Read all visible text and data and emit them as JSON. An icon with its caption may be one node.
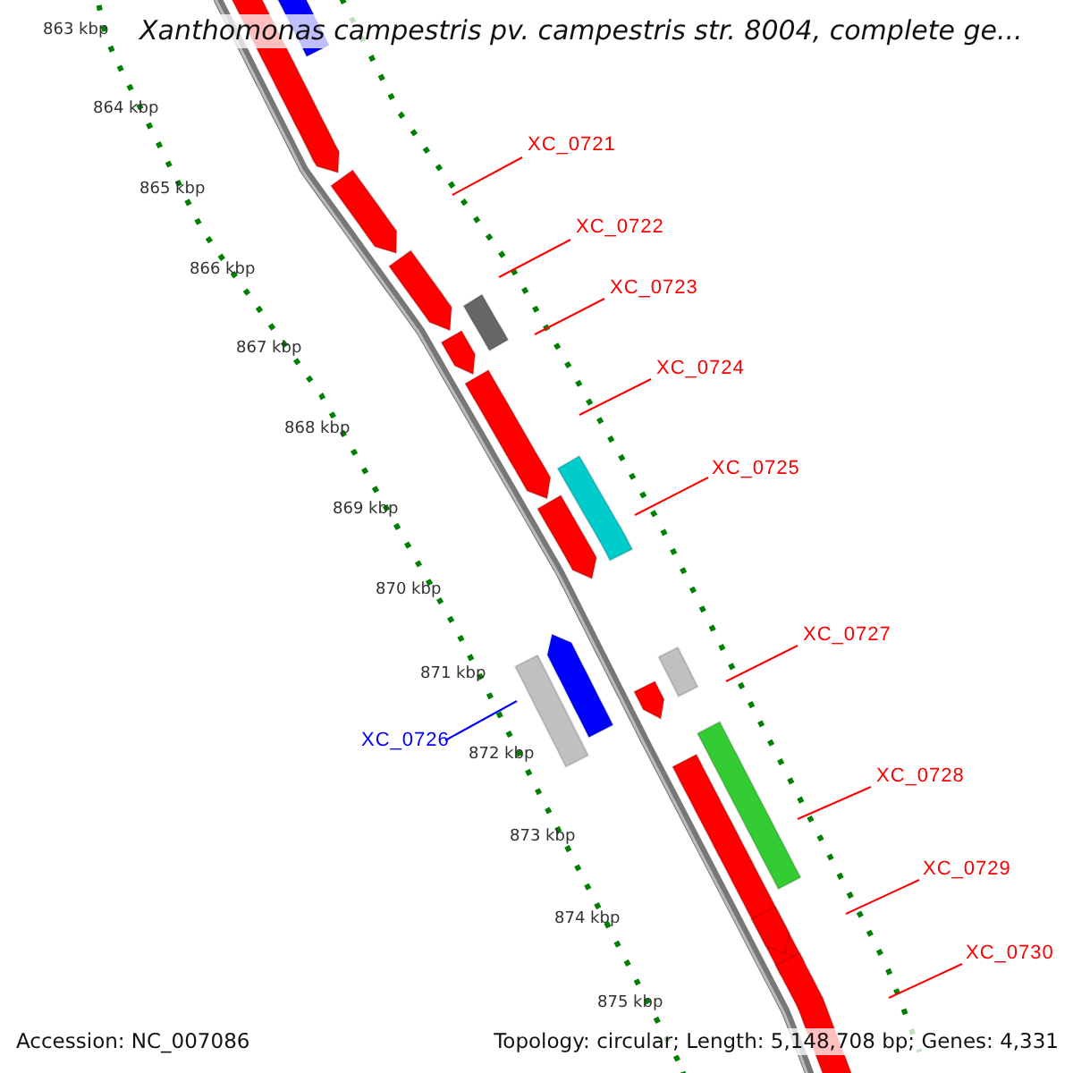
{
  "diagram": {
    "title": "Xanthomonas campestris pv. campestris str. 8004, complete ge...",
    "nodes": [
      {
        "text": [
          "XC_0721"
        ]
      },
      {
        "text": [
          "XC_0722"
        ]
      },
      {
        "text": [
          "XC_0723"
        ]
      },
      {
        "text": [
          "XC_0724"
        ]
      },
      {
        "text": [
          "XC_0725"
        ]
      },
      {
        "text": [
          "XC_0727"
        ]
      },
      {
        "text": [
          "XC_0726"
        ]
      },
      {
        "text": [
          "XC_0728"
        ]
      },
      {
        "text": [
          "XC_0729"
        ]
      },
      {
        "text": [
          "XC_0730"
        ]
      }
    ],
    "edges": [
      {
        "from": 0,
        "to": null,
        "arrow": "none"
      },
      {
        "from": 1,
        "to": null,
        "arrow": "none"
      },
      {
        "from": 2,
        "to": null,
        "arrow": "none"
      },
      {
        "from": 3,
        "to": null,
        "arrow": "none"
      },
      {
        "from": 4,
        "to": null,
        "arrow": "none"
      },
      {
        "from": 5,
        "to": null,
        "arrow": "none"
      },
      {
        "from": 6,
        "to": null,
        "arrow": "none",
        "color": "#0000ff"
      },
      {
        "from": 7,
        "to": null,
        "arrow": "none"
      },
      {
        "from": 8,
        "to": null,
        "arrow": "none"
      },
      {
        "from": 9,
        "to": null,
        "arrow": "none"
      }
    ],
    "labels": [
      "863 kbp",
      "864 kbp",
      "865 kbp",
      "866 kbp",
      "867 kbp",
      "868 kbp",
      "869 kbp",
      "870 kbp",
      "871 kbp",
      "872 kbp",
      "873 kbp",
      "874 kbp",
      "875 kbp",
      "Accession: NC_007086",
      "Topology: circular; Length: 5,148,708 bp; Genes: 4,331"
    ]
  }
}
